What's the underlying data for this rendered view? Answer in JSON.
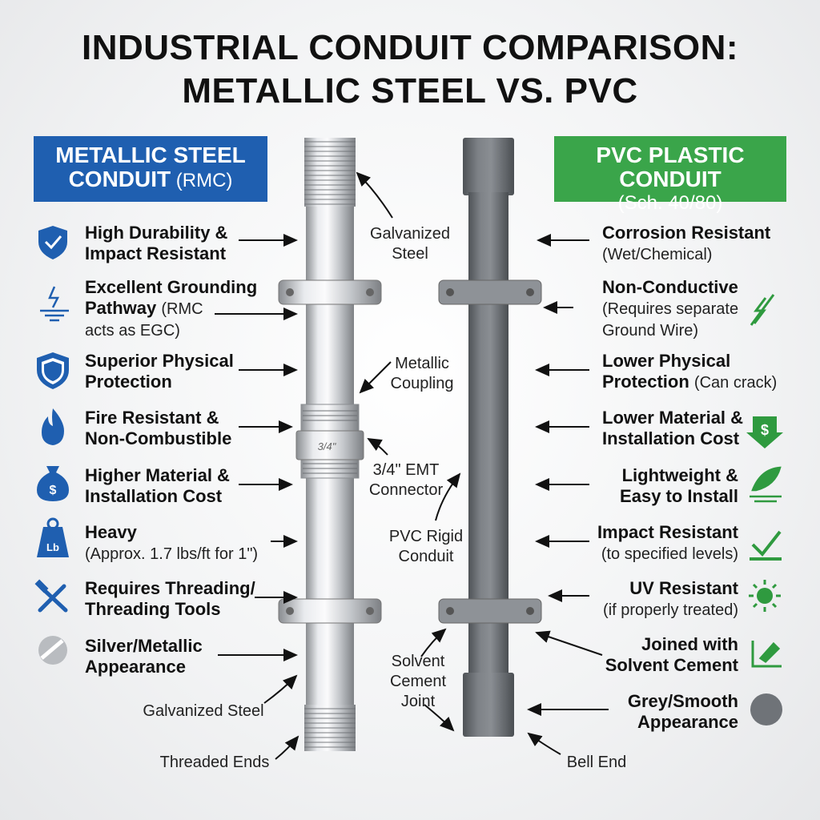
{
  "title": {
    "line1": "INDUSTRIAL CONDUIT COMPARISON:",
    "line2": "METALLIC STEEL VS. PVC"
  },
  "left_header": {
    "line1": "METALLIC STEEL",
    "line2_bold": "CONDUIT",
    "line2_thin": "(RMC)"
  },
  "right_header": {
    "line1": "PVC PLASTIC CONDUIT",
    "line2": "(Sch. 40/80)"
  },
  "left_items": [
    {
      "bold": "High Durability &",
      "bold2": "Impact Resistant",
      "icon": "shield-check-icon"
    },
    {
      "bold": "Excellent Grounding",
      "bold2": "Pathway",
      "normal2": "(RMC",
      "normal3": "acts as EGC)",
      "icon": "grounding-icon"
    },
    {
      "bold": "Superior Physical",
      "bold2": "Protection",
      "icon": "shield-icon"
    },
    {
      "bold": "Fire Resistant &",
      "bold2": "Non-Combustible",
      "icon": "flame-icon"
    },
    {
      "bold": "Higher Material &",
      "bold2": "Installation Cost",
      "icon": "money-bag-icon"
    },
    {
      "bold": "Heavy",
      "normal2": "(Approx. 1.7 lbs/ft for 1\")",
      "icon": "weight-icon",
      "icon_text": "Lb"
    },
    {
      "bold": "Requires Threading/",
      "bold2": "Threading Tools",
      "icon": "tools-icon"
    },
    {
      "bold": "Silver/Metallic",
      "bold2": "Appearance",
      "icon": "silver-circle-icon"
    }
  ],
  "right_items": [
    {
      "bold": "Corrosion Resistant",
      "normal2": "(Wet/Chemical)"
    },
    {
      "bold": "Non-Conductive",
      "normal2": "(Requires separate",
      "normal3": "Ground Wire)",
      "icon": "no-electricity-icon"
    },
    {
      "bold": "Lower Physical",
      "bold2": "Protection",
      "normal2_inline": "(Can crack)"
    },
    {
      "bold": "Lower Material &",
      "bold2": "Installation Cost",
      "icon": "dollar-down-icon"
    },
    {
      "bold": "Lightweight &",
      "bold2": "Easy to Install",
      "icon": "feather-icon"
    },
    {
      "bold": "Impact Resistant",
      "normal2": "(to specified levels)",
      "icon": "check-impact-icon"
    },
    {
      "bold": "UV Resistant",
      "normal2": "(if properly treated)",
      "icon": "sun-icon"
    },
    {
      "bold": "Joined with",
      "bold2": "Solvent Cement",
      "icon": "glue-icon"
    },
    {
      "bold": "Grey/Smooth",
      "bold2": "Appearance",
      "icon": "grey-circle-icon"
    }
  ],
  "pipe_labels": {
    "galvanized_steel_top": [
      "Galvanized",
      "Steel"
    ],
    "metallic_coupling": [
      "Metallic",
      "Coupling"
    ],
    "emt_connector": [
      "3/4\" EMT",
      "Connector"
    ],
    "pvc_rigid": [
      "PVC Rigid",
      "Conduit"
    ],
    "solvent_joint": [
      "Solvent",
      "Cement",
      "Joint"
    ],
    "galvanized_steel_bottom": "Galvanized Steel",
    "threaded_ends": "Threaded Ends",
    "bell_end": "Bell End",
    "coupling_marking": "3/4\""
  },
  "colors": {
    "steel_header": "#1f5fb0",
    "pvc_header": "#3aa54a",
    "steel_icon": "#1f5fb0",
    "pvc_icon": "#2f9a3f",
    "pvc_pipe": "#6f7378"
  }
}
